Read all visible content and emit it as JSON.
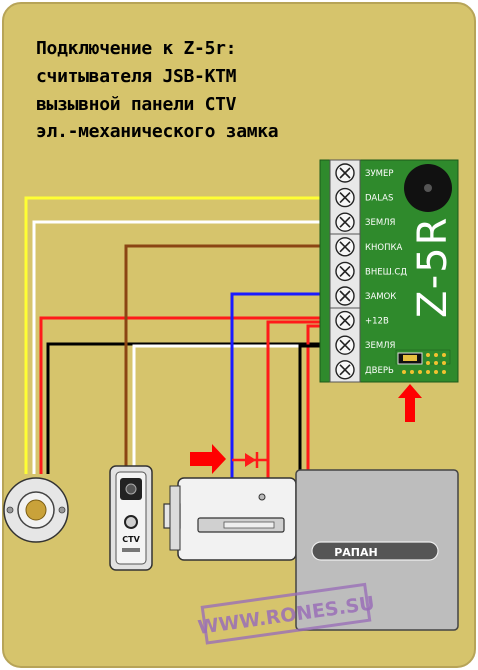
{
  "title_lines": [
    "Подключение к Z-5r:",
    "считывателя JSB-KTM",
    "вызывной панели CTV",
    "эл.-механического замка"
  ],
  "board": {
    "name": "Z-5R",
    "terminals": [
      "ЗУМЕР",
      "DALAS",
      "ЗЕМЛЯ",
      "КНОПКА",
      "ВНЕШ.СД",
      "ЗАМОК",
      "+12В",
      "ЗЕМЛЯ",
      "ДВЕРЬ"
    ]
  },
  "panel": {
    "label": "CTV"
  },
  "power_supply": {
    "label": "РАПАН"
  },
  "watermark": "WWW.RONES.SU",
  "colors": {
    "background": "#d6c46c",
    "board": "#2f8a2c",
    "wire_yellow": "#ffff33",
    "wire_white": "#ffffff",
    "wire_brown": "#8b4513",
    "wire_blue": "#1a1aff",
    "wire_red": "#ff1a1a",
    "wire_black": "#000000",
    "arrow": "#ff0000"
  }
}
